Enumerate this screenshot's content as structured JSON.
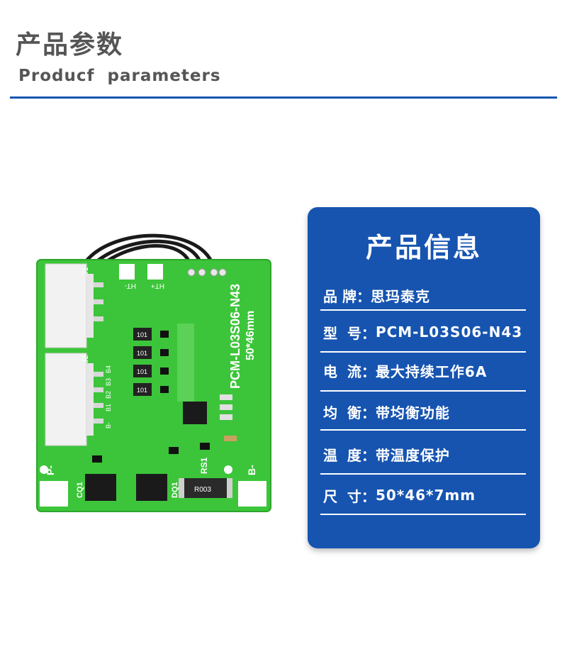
{
  "header": {
    "title_cn": "产品参数",
    "title_en": "Producf  parameters"
  },
  "board": {
    "silk_model": "PCM-L03S06-N43",
    "silk_size": "50*46mm",
    "connector_j1": "J1",
    "connector_j2": "J2",
    "pin_labels": [
      "B-",
      "B1",
      "B2",
      "B3",
      "B4"
    ],
    "pad_p": "P-",
    "pad_b": "B-",
    "ht_minus": "HT-",
    "ht_plus": "HT+",
    "resistor_marks": [
      "101",
      "101",
      "101",
      "101"
    ],
    "shunt_mark": "R003",
    "rs1": "RS1",
    "dq1": "DQ1",
    "cq1": "CQ1",
    "colors": {
      "pcb": "#3cc53a",
      "connector": "#f2f2f2",
      "wire": "#1a1a1a"
    }
  },
  "card": {
    "title": "产品信息",
    "rows": [
      {
        "label": "品 牌：",
        "value": "思玛泰克"
      },
      {
        "label": "型  号：",
        "value": "PCM-L03S06-N43"
      },
      {
        "label": "电  流：",
        "value": "最大持续工作6A"
      },
      {
        "label": "均  衡：",
        "value": "带均衡功能"
      },
      {
        "label": "温  度：",
        "value": "带温度保护"
      },
      {
        "label": "尺  寸：",
        "value": "50*46*7mm"
      }
    ],
    "colors": {
      "background": "#1654b0",
      "text": "#ffffff"
    }
  }
}
